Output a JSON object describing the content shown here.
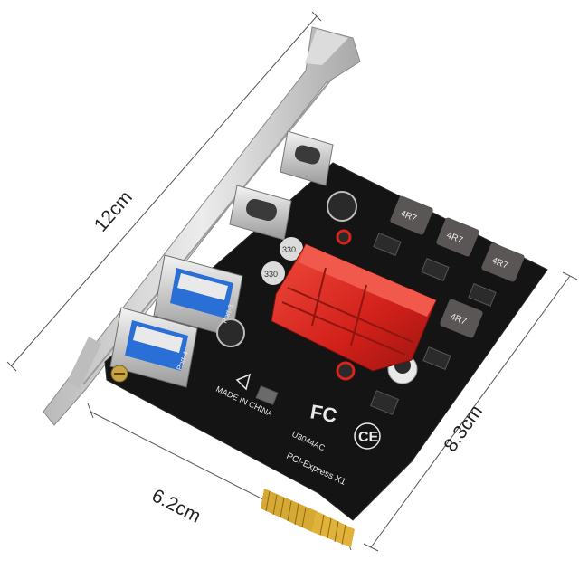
{
  "dimensions": {
    "length": "12cm",
    "width": "6.2cm",
    "height": "8.3cm"
  },
  "silkscreen": {
    "made_in": "MADE IN CHINA",
    "model": "U3044AC",
    "bus": "PCI-Express X1",
    "inductor": "4R7",
    "cap": "330",
    "port4": "Port-4",
    "port3": "Port-3"
  },
  "marks": {
    "fcc": "FC",
    "ce": "CE"
  },
  "colors": {
    "pcb": "#111111",
    "heatsink": "#d8231c",
    "bracket": "#cfcfcf",
    "gold": "#e0b23a"
  }
}
